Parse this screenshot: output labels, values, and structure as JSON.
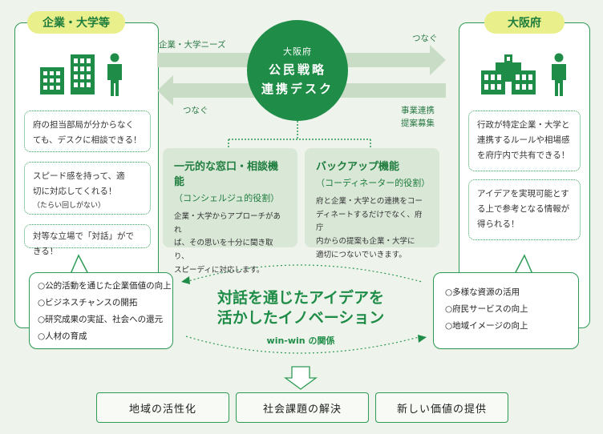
{
  "left": {
    "tag": "企業・大学等",
    "bubbles": [
      [
        "府の担当部局が分からなく",
        "ても、デスクに相談できる！"
      ],
      [
        "スピード感を持って、適",
        "切に対応してくれる！"
      ],
      [
        "対等な立場で「対話」ができる！"
      ]
    ],
    "bubble2_note": "（たらい回しがない）",
    "benefits": [
      "○公的活動を通じた企業価値の向上",
      "○ビジネスチャンスの開拓",
      "○研究成果の実証、社会への還元",
      "○人材の育成"
    ]
  },
  "right": {
    "tag": "大阪府",
    "bubbles": [
      [
        "行政が特定企業・大学と",
        "連携するルールや相場感",
        "を府庁内で共有できる！"
      ],
      [
        "アイデアを実現可能とす",
        "る上で参考となる情報が",
        "得られる！"
      ]
    ],
    "benefits": [
      "○多様な資源の活用",
      "○府民サービスの向上",
      "○地域イメージの向上"
    ]
  },
  "arrows": {
    "top_left": "企業・大学ニーズ",
    "top_right": "つなぐ",
    "bottom_left": "つなぐ",
    "bottom_right_1": "事業連携",
    "bottom_right_2": "提案募集"
  },
  "desk": {
    "line1": "大阪府",
    "line2": "公民戦略",
    "line3": "連携デスク"
  },
  "functions": [
    {
      "title": "一元的な窓口・相談機能",
      "subtitle": "（コンシェルジュ的役割）",
      "desc": [
        "企業・大学からアプローチがあれ",
        "ば、その思いを十分に聞き取り、",
        "スピーディに対応します。"
      ]
    },
    {
      "title": "バックアップ機能",
      "subtitle": "（コーディネーター的役割）",
      "desc": [
        "府と企業・大学との連携をコー",
        "ディネートするだけでなく、府庁",
        "内からの提案も企業・大学に",
        "適切につないでいきます。"
      ]
    }
  ],
  "center": {
    "line1": "対話を通じたアイデアを",
    "line2": "活かしたイノベーション",
    "winwin": "win-win の関係"
  },
  "outcomes": [
    "地域の活性化",
    "社会課題の解決",
    "新しい価値の提供"
  ],
  "colors": {
    "green": "#1f8d47",
    "tag_yellow": "#e9ef8a",
    "background": "#eef3ec",
    "panel": "#d9e7d7"
  },
  "icons": [
    "office-buildings-icon",
    "person-icon",
    "government-building-icon",
    "down-arrow-icon"
  ]
}
